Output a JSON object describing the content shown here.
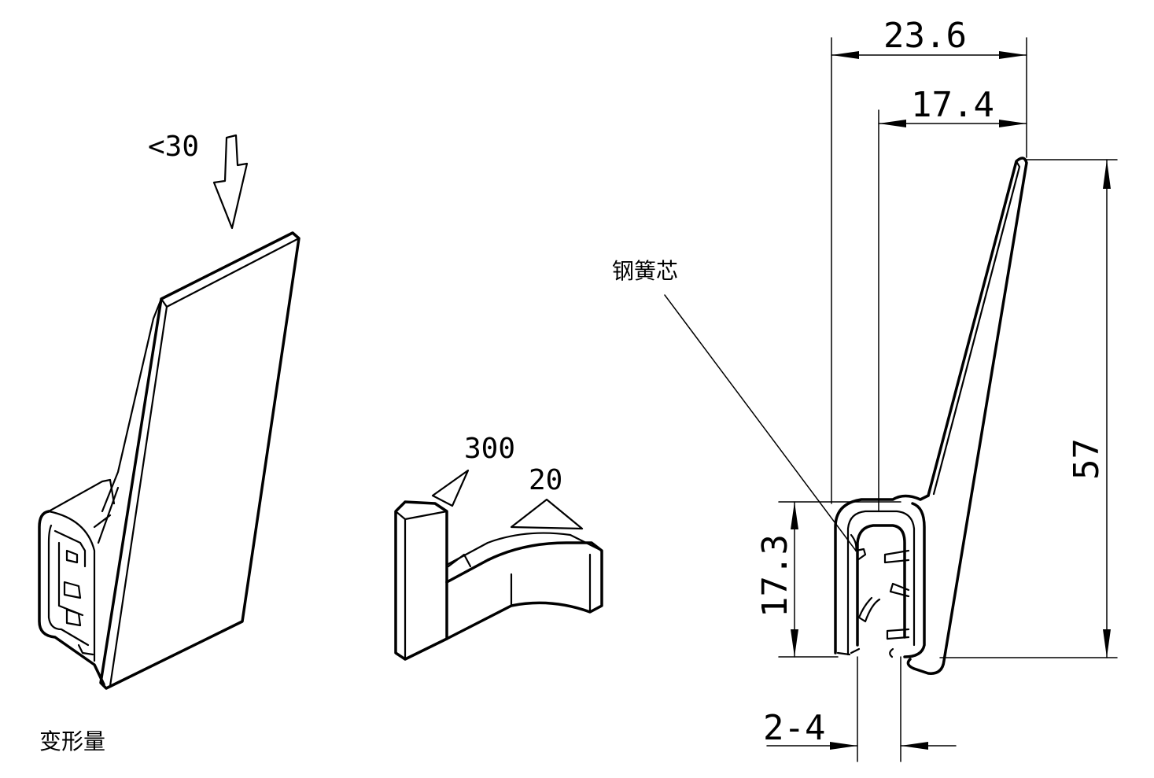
{
  "labels": {
    "deformation_caption": "变形量",
    "spring_core": "钢簧芯"
  },
  "deformation_figure": {
    "press_value": "<30"
  },
  "clip_figure": {
    "value_300": "300",
    "value_20": "20"
  },
  "dimensions": {
    "overall_width": "23.6",
    "inner_width": "17.4",
    "height": "57",
    "channel_height": "17.3",
    "grip_range": "2-4"
  },
  "colors": {
    "line": "#000000",
    "background": "#ffffff"
  }
}
